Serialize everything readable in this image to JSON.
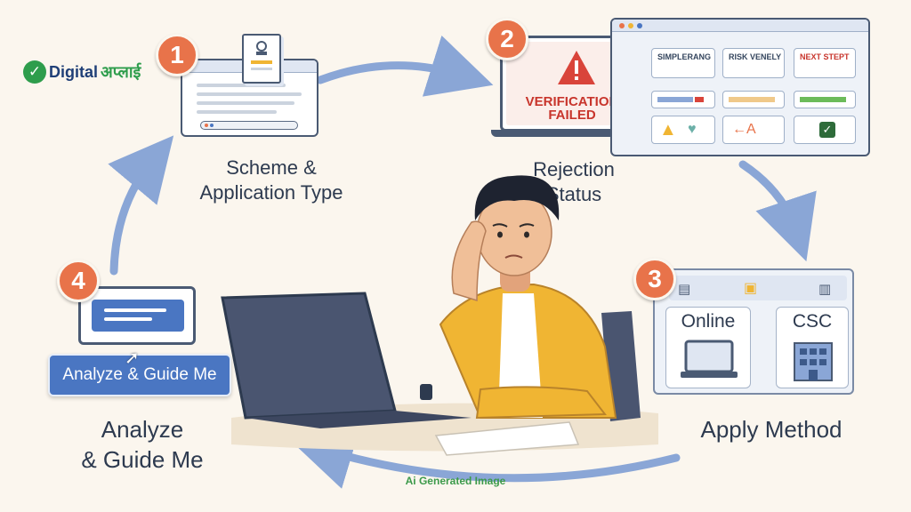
{
  "brand": {
    "name": "Digital",
    "name_suffix": "अप्लाई"
  },
  "steps": {
    "s1": {
      "number": "1",
      "label_line1": "Scheme &",
      "label_line2": "Application Type"
    },
    "s2": {
      "number": "2",
      "label_line1": "Rejection",
      "label_line2": "Status",
      "alert": "VERIFICATION FAILED",
      "alert_line1": "VERIFICATION",
      "alert_line2": "FAILED",
      "tiles": [
        "SIMPLERANG",
        "RISK VENELY",
        "NEXT STEPT"
      ]
    },
    "s3": {
      "number": "3",
      "label": "Apply Method",
      "option_online": "Online",
      "option_csc": "CSC"
    },
    "s4": {
      "number": "4",
      "label_line1": "Analyze",
      "label_line2": "& Guide Me",
      "button_label": "Analyze & Guide Me"
    }
  },
  "watermark": "Ai Generated Image",
  "colors": {
    "accent_orange": "#e8734a",
    "button_blue": "#4a76c2",
    "arrow_blue": "#8aa6d6",
    "shirt": "#f0b533",
    "window_border": "#4a5a73"
  }
}
